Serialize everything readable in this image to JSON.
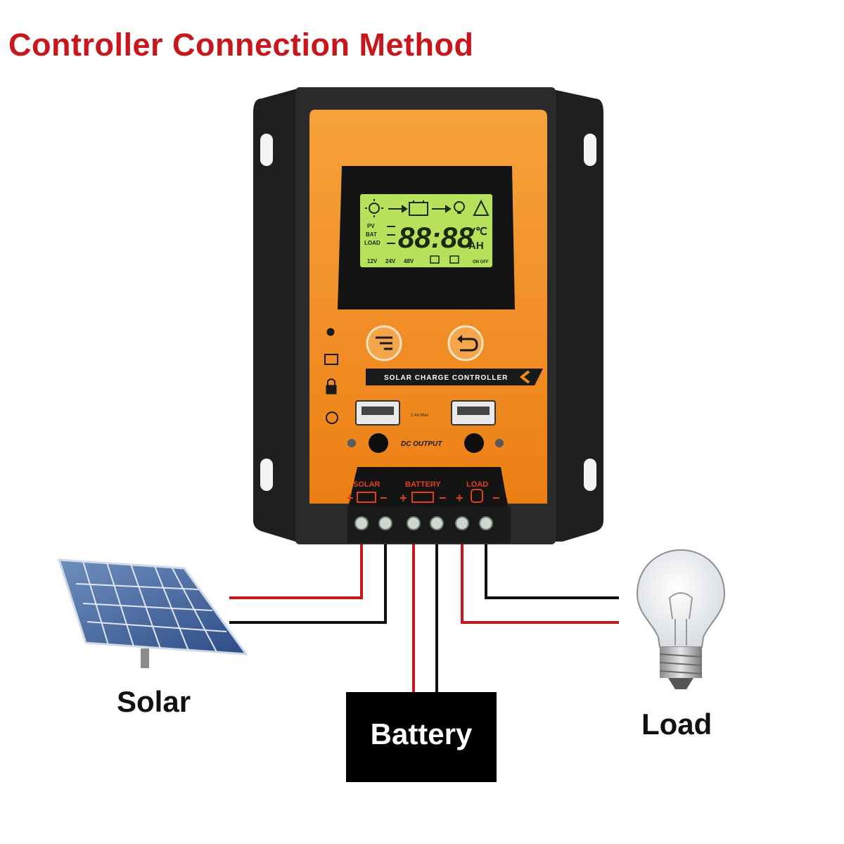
{
  "title": "Controller Connection Method",
  "controller": {
    "banner": "SOLAR CHARGE CONTROLLER",
    "dc_output": "DC OUTPUT",
    "usb_rating": "2.4A Max",
    "terminals": {
      "solar": "SOLAR",
      "battery": "BATTERY",
      "load": "LOAD"
    },
    "lcd": {
      "digits": "88:88",
      "labels": [
        "PV",
        "BAT",
        "LOAD"
      ],
      "units_top": "V℃",
      "units_bottom": "AH",
      "voltages": [
        "12V",
        "24V",
        "48V"
      ],
      "onoff": "ON OFF"
    }
  },
  "labels": {
    "solar": "Solar",
    "battery": "Battery",
    "load": "Load"
  },
  "colors": {
    "title": "#c8161c",
    "panel_orange": "#f28a20",
    "housing": "#1f1f1f",
    "lcd_green": "#b7e15a",
    "wire_positive": "#c8161c",
    "wire_negative": "#111111"
  }
}
